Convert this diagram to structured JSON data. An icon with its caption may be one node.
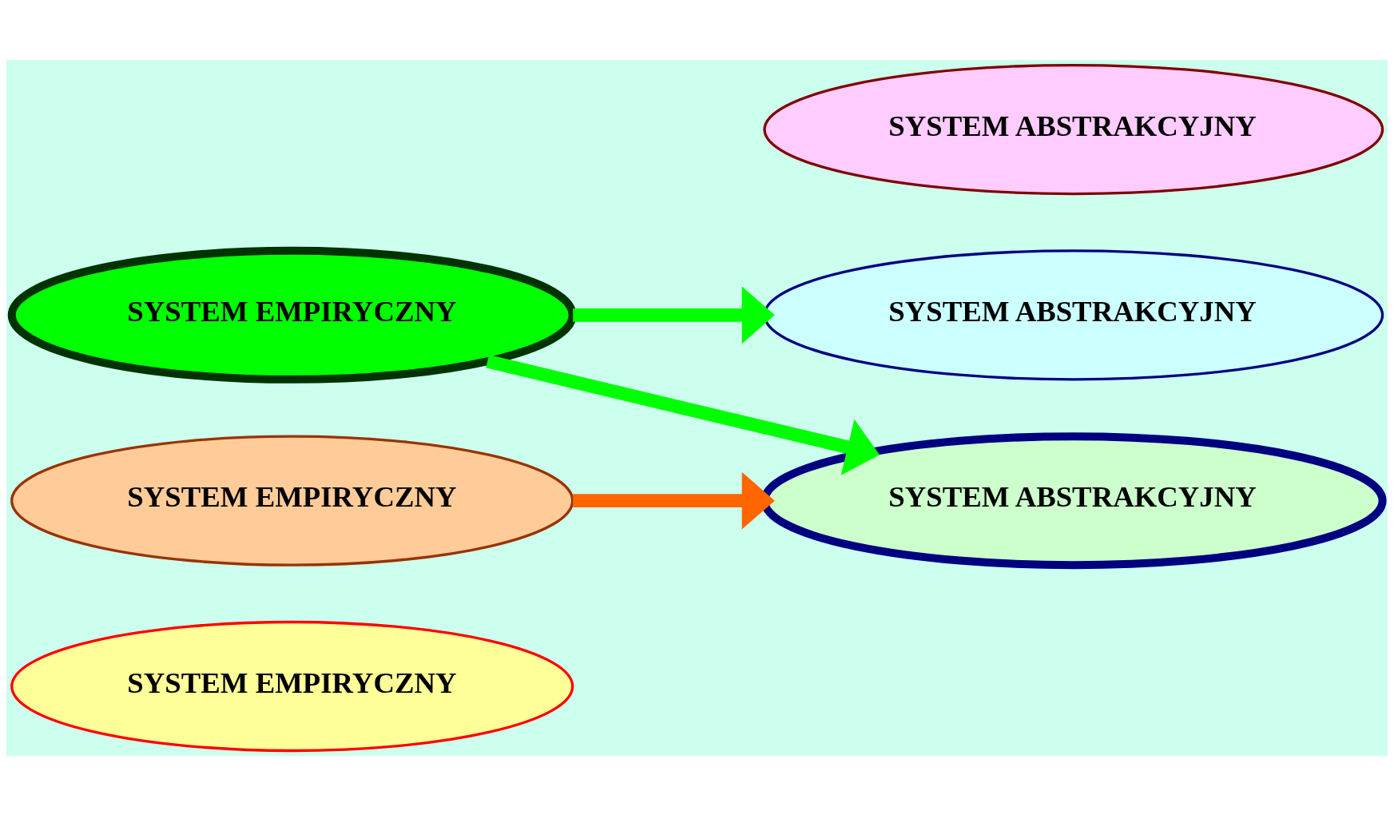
{
  "diagram": {
    "nodes": [
      {
        "text": [
          "SYSTEM EMPIRYCZNY"
        ]
      },
      {
        "text": [
          "SYSTEM ABSTRAKCYJNY"
        ]
      },
      {
        "text": [
          "SYSTEM EMPIRYCZNY"
        ]
      },
      {
        "text": [
          "SYSTEM ABSTRAKCYJNY"
        ]
      },
      {
        "text": [
          "SYSTEM EMPIRYCZNY"
        ]
      },
      {
        "text": [
          "SYSTEM ABSTRAKCYJNY"
        ]
      }
    ],
    "edges": [
      {
        "from": 2,
        "to": 3,
        "arrow": "to"
      },
      {
        "from": 2,
        "to": 5,
        "arrow": "to"
      },
      {
        "from": 4,
        "to": 5,
        "arrow": "to",
        "color": "#ff6600"
      }
    ]
  }
}
